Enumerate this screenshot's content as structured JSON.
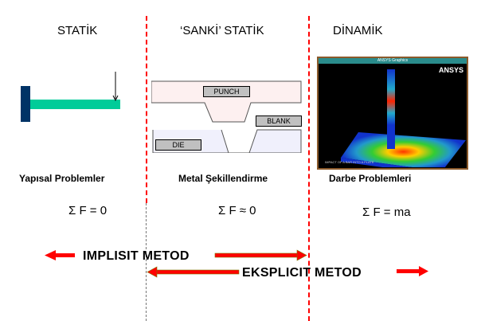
{
  "columns": [
    {
      "heading": "STATİK",
      "caption": "Yapısal Problemler",
      "equation": "Σ F = 0"
    },
    {
      "heading": "‘SANKİ’ STATİK",
      "caption": "Metal Şekillendirme",
      "equation": "Σ F ≈  0"
    },
    {
      "heading": "DİNAMİK",
      "caption": "Darbe Problemleri",
      "equation": "Σ F = ma"
    }
  ],
  "forming": {
    "punch": "PUNCH",
    "blank": "BLANK",
    "die": "DIE"
  },
  "ansys": {
    "window_title": "ANSYS Graphics",
    "logo": "ANSYS",
    "footer": "IMPACT OF A BAR INTO A PLATE"
  },
  "methods": {
    "implicit": "IMPLISIT  METOD",
    "explicit": "EKSPLICIT  METOD"
  },
  "colors": {
    "arrow": "#ff0000",
    "beam": "#00cc99",
    "wall": "#003366",
    "divider": "#ff0000"
  }
}
